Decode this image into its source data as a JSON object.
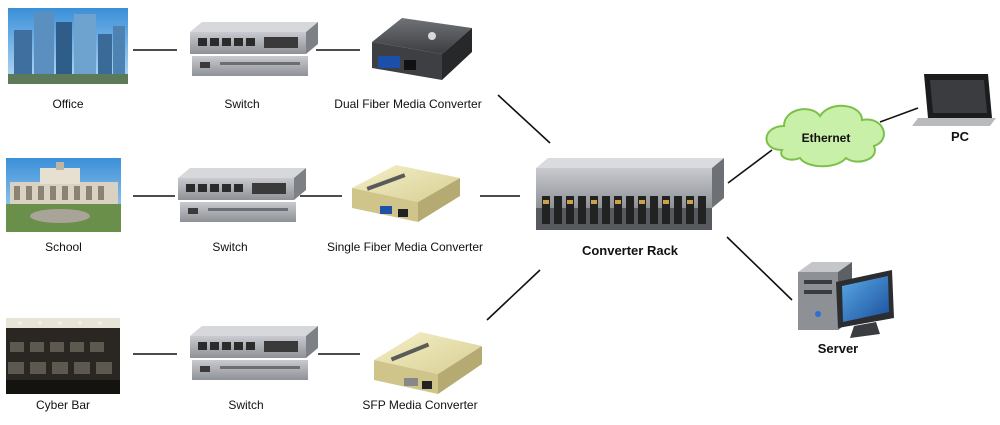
{
  "rows": [
    {
      "site": "Office",
      "switch": "Switch",
      "converter": "Dual Fiber Media Converter"
    },
    {
      "site": "School",
      "switch": "Switch",
      "converter": "Single Fiber Media Converter"
    },
    {
      "site": "Cyber Bar",
      "switch": "Switch",
      "converter": "SFP Media Converter"
    }
  ],
  "rack": "Converter Rack",
  "cloud": "Ethernet",
  "pc": "PC",
  "server": "Server",
  "colors": {
    "cloud_fill": "#c9f0a8",
    "cloud_stroke": "#7cc04a",
    "device_grey": "#9a9da3",
    "line": "#111111"
  }
}
